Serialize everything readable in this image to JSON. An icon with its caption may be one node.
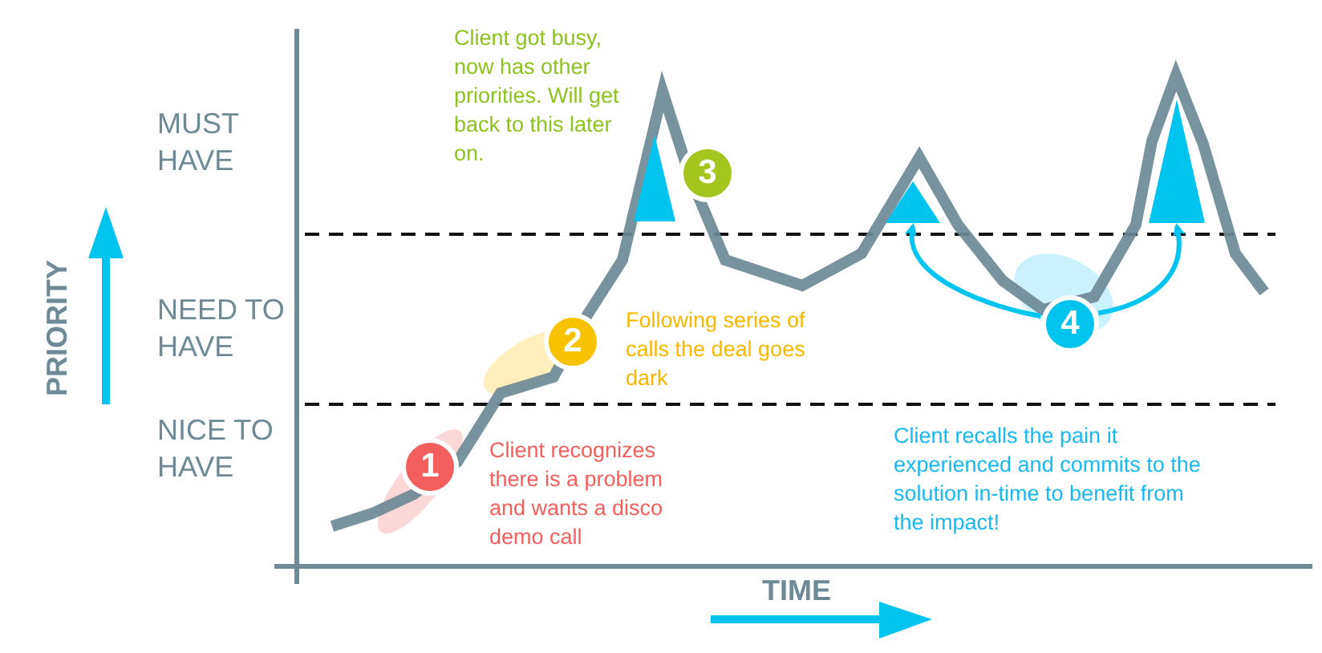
{
  "diagram": {
    "nodes": [
      {
        "text": [
          "1"
        ]
      },
      {
        "text": [
          "2"
        ]
      },
      {
        "text": [
          "3"
        ]
      },
      {
        "text": [
          "4"
        ]
      },
      {
        "text": [],
        "shape": "triangle"
      },
      {
        "text": [],
        "shape": "triangle"
      },
      {
        "text": [],
        "shape": "triangle"
      }
    ],
    "edges": [
      {
        "from": 3,
        "to": 5,
        "arrow": "to"
      },
      {
        "from": 3,
        "to": 6,
        "arrow": "to"
      }
    ],
    "labels": [
      "Client got busy, now has other priorities. Will get back to this later on.",
      "MUST HAVE",
      "NEED TO HAVE",
      "Following series of calls the deal goes dark",
      "PRIORITY",
      "NICE TO HAVE",
      "Client recognizes there is a problem and wants a disco demo call",
      "Client recalls the pain it experienced and commits to the solution in-time to benefit from the impact!",
      "TIME"
    ]
  }
}
